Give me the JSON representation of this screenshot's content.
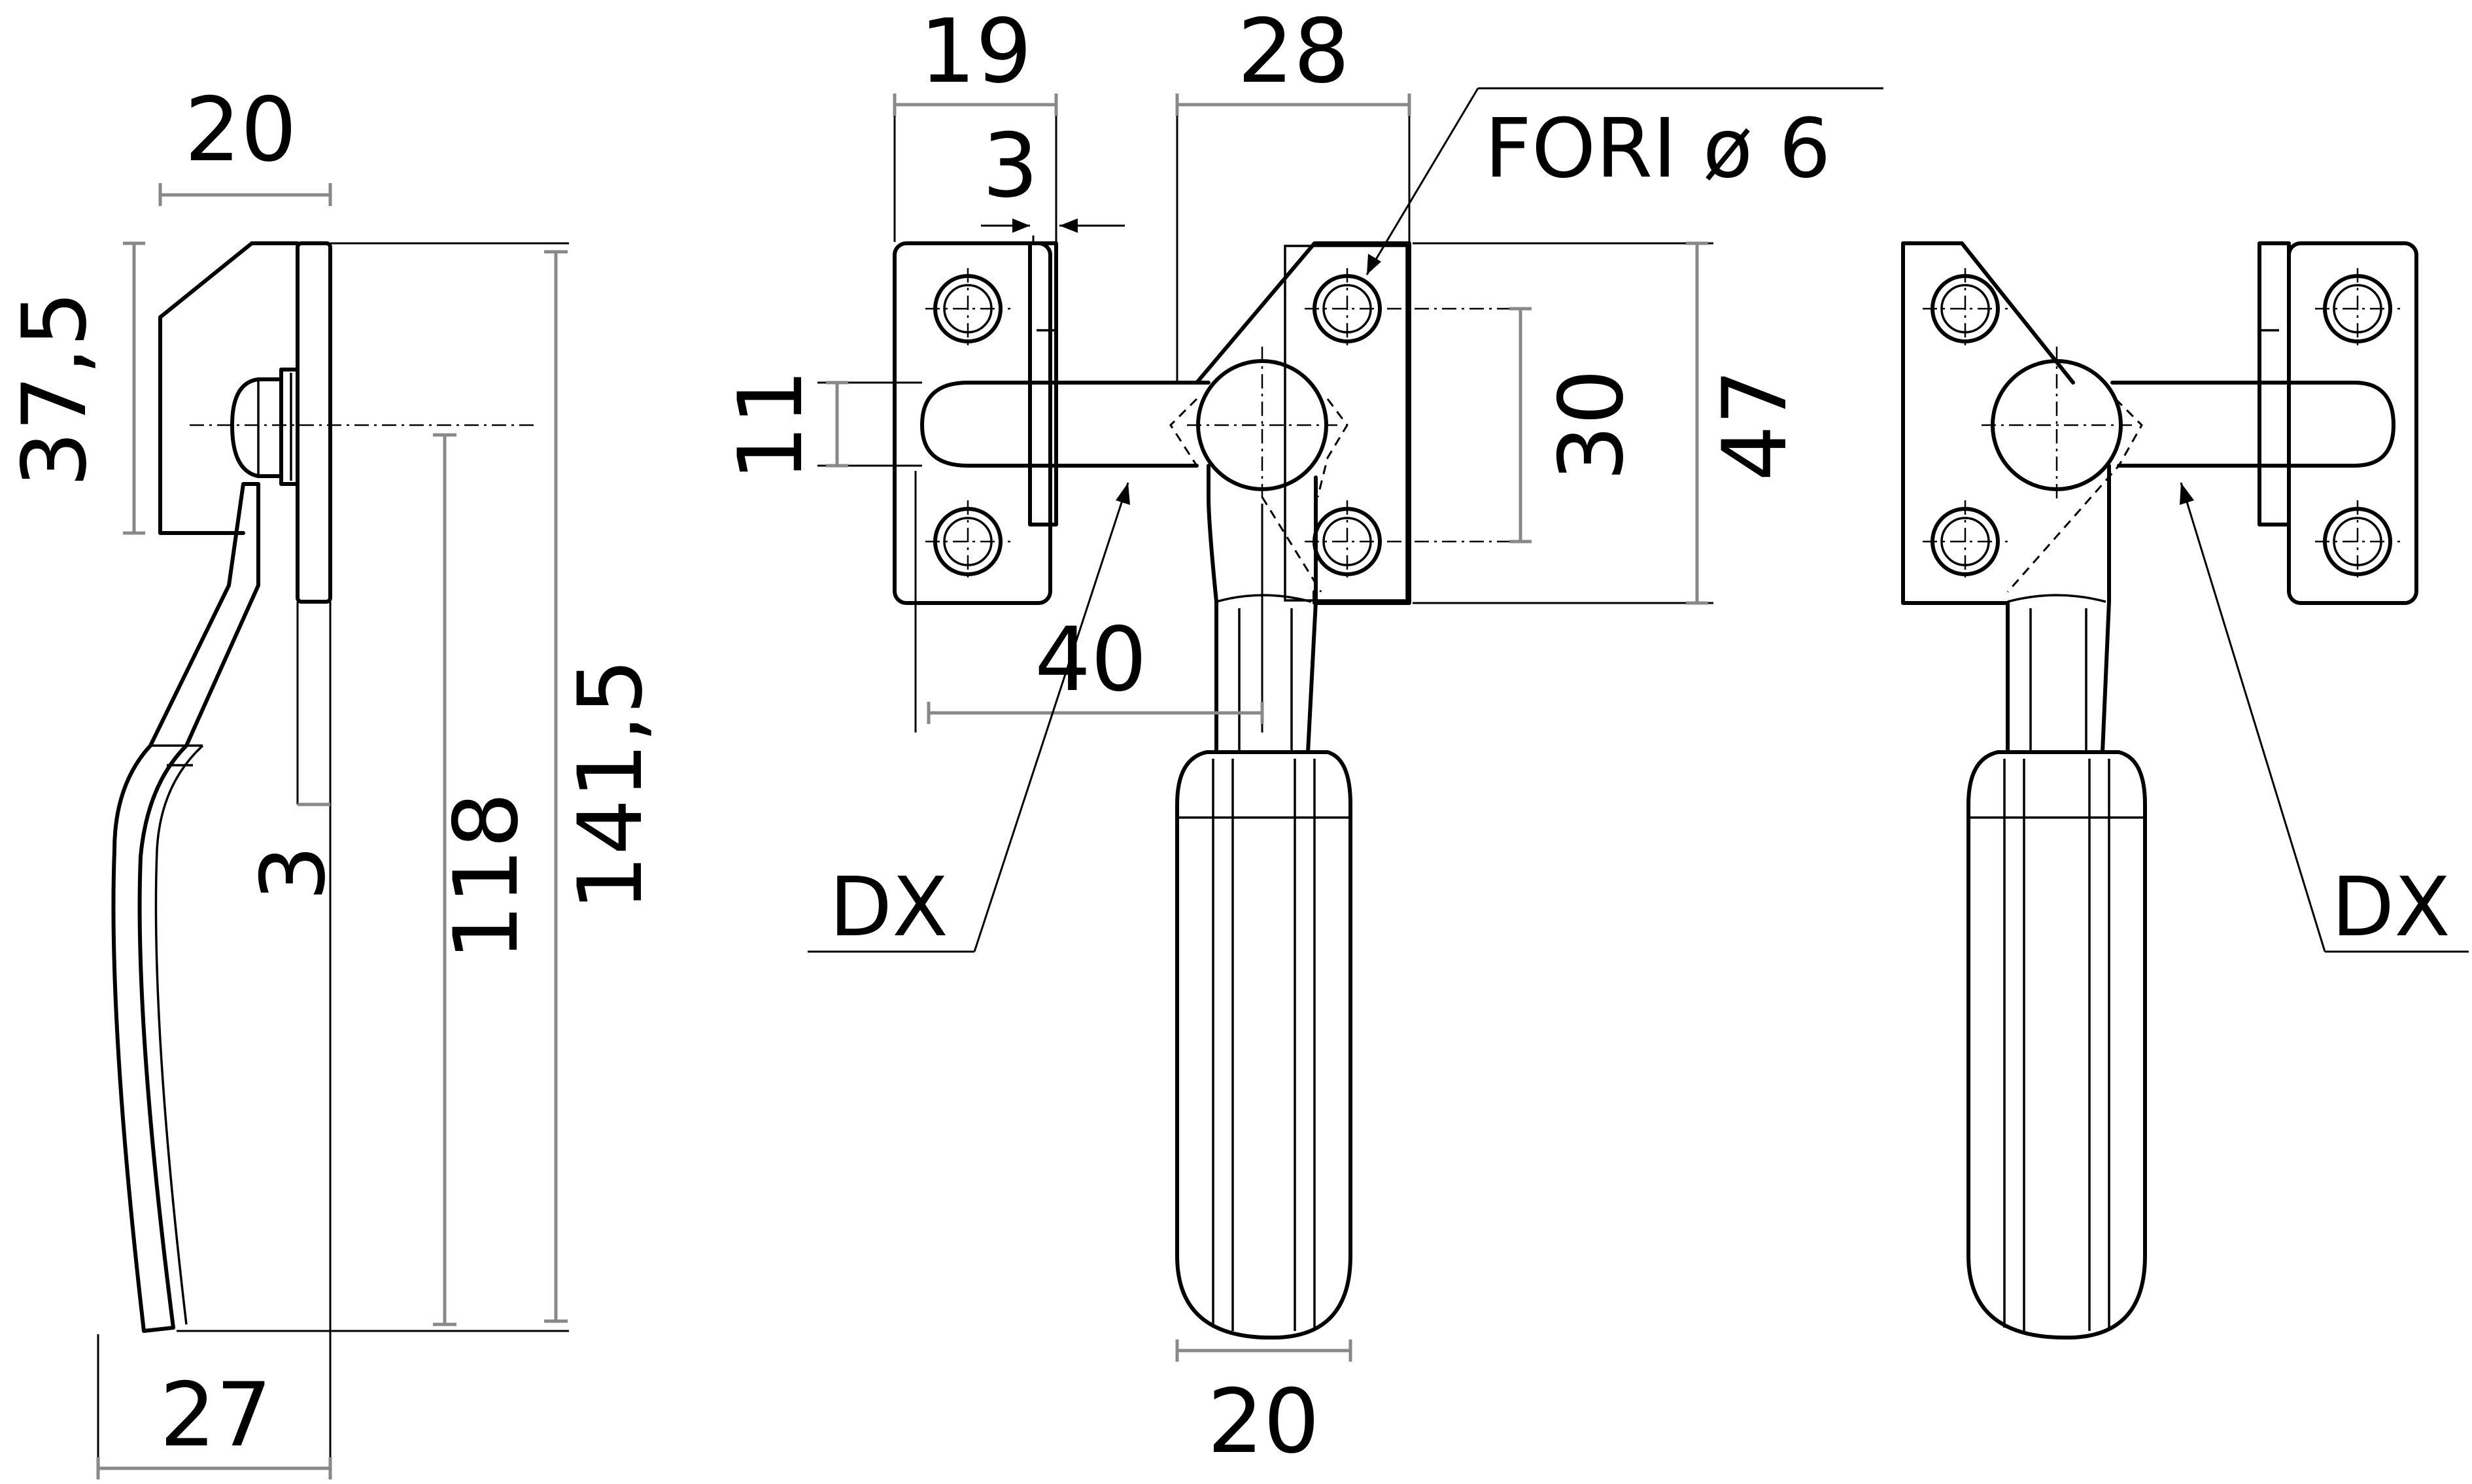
{
  "dimensions": {
    "side_width_top": "20",
    "side_height_top": "37,5",
    "side_plate_thickness": "3",
    "side_handle_length": "118",
    "side_total_height": "141,5",
    "side_bottom_width": "27",
    "front_plate_width": "19",
    "front_plate_thickness": "3",
    "front_bracket_width": "28",
    "front_bar_height": "11",
    "front_hole_spacing": "30",
    "front_height": "47",
    "front_reach": "40",
    "front_handle_width": "20"
  },
  "notes": {
    "holes": "FORI ø 6",
    "dx_left": "DX",
    "dx_right": "DX"
  }
}
